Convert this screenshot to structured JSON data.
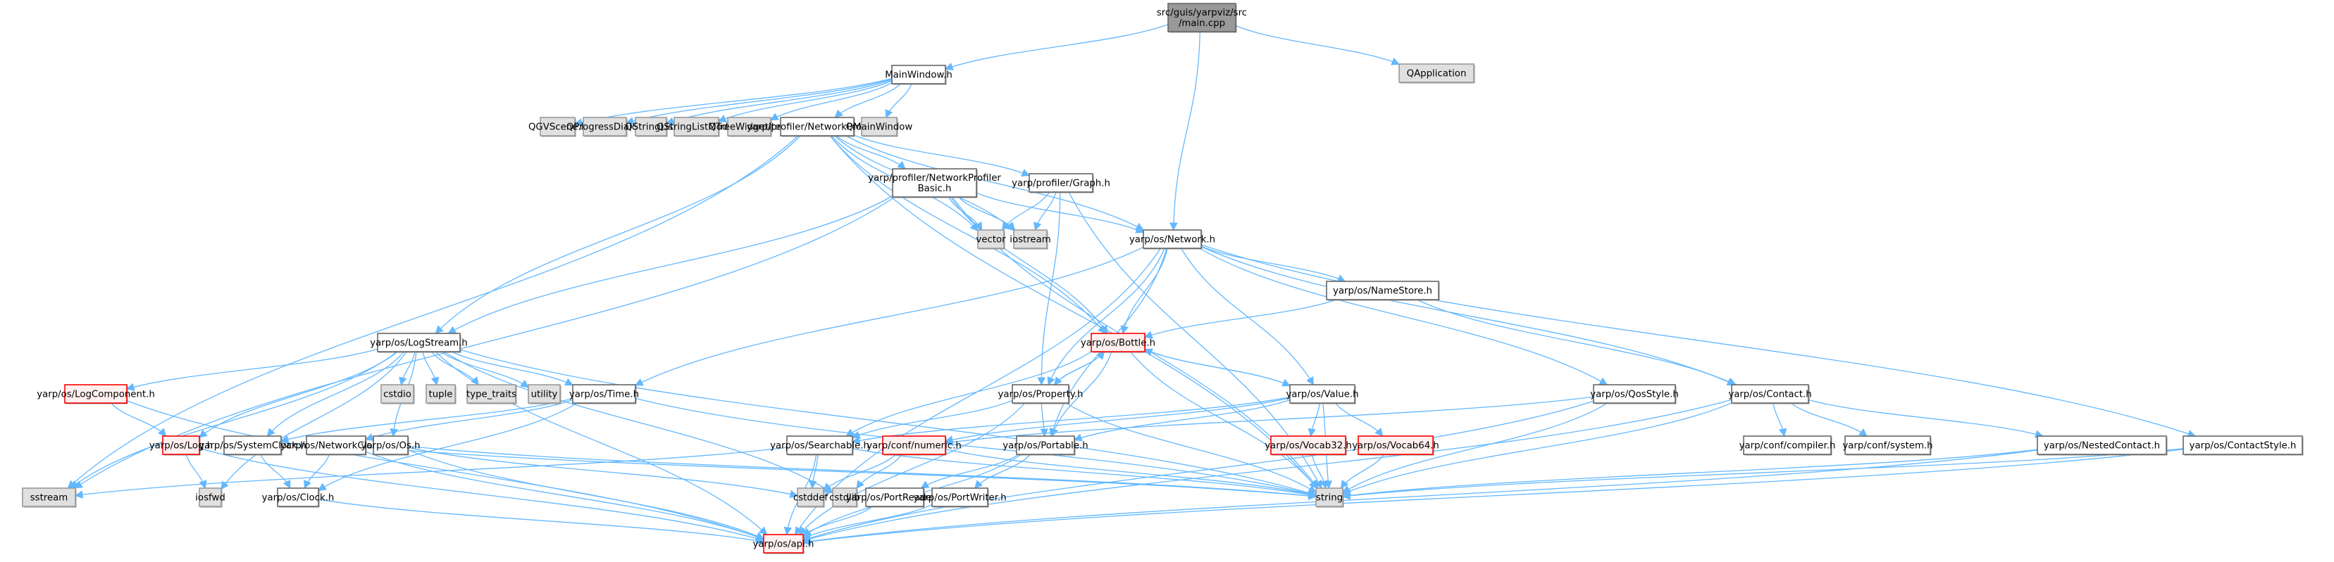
{
  "diagram": {
    "type": "include-dependency-graph",
    "title": "src/guis/yarpviz/src/main.cpp",
    "colors": {
      "edge": "#63b8ff",
      "root_fill": "#999999",
      "root_border": "#666666",
      "header_fill": "#ffffff",
      "header_border": "#666666",
      "system_fill": "#e0e0e0",
      "system_border": "#999999",
      "undocumented_fill": "#fff0f0",
      "undocumented_border": "#ff0000"
    },
    "nodes": [
      {
        "id": "main",
        "label": [
          "src/guis/yarpviz/src",
          "/main.cpp"
        ],
        "kind": "root"
      },
      {
        "id": "MainWindow",
        "label": [
          "MainWindow.h"
        ],
        "kind": "header"
      },
      {
        "id": "QApplication",
        "label": [
          "QApplication"
        ],
        "kind": "system"
      },
      {
        "id": "QGVScene",
        "label": [
          "QGVScene.h"
        ],
        "kind": "system"
      },
      {
        "id": "QProgressDialog",
        "label": [
          "QProgressDialog"
        ],
        "kind": "system"
      },
      {
        "id": "QStringList",
        "label": [
          "QStringList"
        ],
        "kind": "system"
      },
      {
        "id": "QStringListModel",
        "label": [
          "QStringListModel"
        ],
        "kind": "system"
      },
      {
        "id": "QTreeWidgetItem",
        "label": [
          "QTreeWidgetItem"
        ],
        "kind": "system"
      },
      {
        "id": "NetworkProfiler",
        "label": [
          "yarp/profiler/NetworkProfiler.h"
        ],
        "kind": "header"
      },
      {
        "id": "QMainWindow",
        "label": [
          "QMainWindow"
        ],
        "kind": "system"
      },
      {
        "id": "NetworkProfilerBasic",
        "label": [
          "yarp/profiler/NetworkProfiler",
          "Basic.h"
        ],
        "kind": "header"
      },
      {
        "id": "Graph",
        "label": [
          "yarp/profiler/Graph.h"
        ],
        "kind": "header"
      },
      {
        "id": "vector",
        "label": [
          "vector"
        ],
        "kind": "system"
      },
      {
        "id": "iostream",
        "label": [
          "iostream"
        ],
        "kind": "system"
      },
      {
        "id": "Network",
        "label": [
          "yarp/os/Network.h"
        ],
        "kind": "header"
      },
      {
        "id": "NameStore",
        "label": [
          "yarp/os/NameStore.h"
        ],
        "kind": "header"
      },
      {
        "id": "LogStream",
        "label": [
          "yarp/os/LogStream.h"
        ],
        "kind": "header"
      },
      {
        "id": "Bottle",
        "label": [
          "yarp/os/Bottle.h"
        ],
        "kind": "undocumented"
      },
      {
        "id": "LogComponent",
        "label": [
          "yarp/os/LogComponent.h"
        ],
        "kind": "undocumented"
      },
      {
        "id": "cstdio",
        "label": [
          "cstdio"
        ],
        "kind": "system"
      },
      {
        "id": "tuple",
        "label": [
          "tuple"
        ],
        "kind": "system"
      },
      {
        "id": "type_traits",
        "label": [
          "type_traits"
        ],
        "kind": "system"
      },
      {
        "id": "utility",
        "label": [
          "utility"
        ],
        "kind": "system"
      },
      {
        "id": "Time",
        "label": [
          "yarp/os/Time.h"
        ],
        "kind": "header"
      },
      {
        "id": "Property",
        "label": [
          "yarp/os/Property.h"
        ],
        "kind": "header"
      },
      {
        "id": "Value",
        "label": [
          "yarp/os/Value.h"
        ],
        "kind": "header"
      },
      {
        "id": "QosStyle",
        "label": [
          "yarp/os/QosStyle.h"
        ],
        "kind": "header"
      },
      {
        "id": "Contact",
        "label": [
          "yarp/os/Contact.h"
        ],
        "kind": "header"
      },
      {
        "id": "Log",
        "label": [
          "yarp/os/Log.h"
        ],
        "kind": "undocumented"
      },
      {
        "id": "SystemClock",
        "label": [
          "yarp/os/SystemClock.h"
        ],
        "kind": "header"
      },
      {
        "id": "NetworkClock",
        "label": [
          "yarp/os/NetworkClock.h"
        ],
        "kind": "header"
      },
      {
        "id": "Os",
        "label": [
          "yarp/os/Os.h"
        ],
        "kind": "header"
      },
      {
        "id": "Searchable",
        "label": [
          "yarp/os/Searchable.h"
        ],
        "kind": "header"
      },
      {
        "id": "numeric",
        "label": [
          "yarp/conf/numeric.h"
        ],
        "kind": "undocumented"
      },
      {
        "id": "Portable",
        "label": [
          "yarp/os/Portable.h"
        ],
        "kind": "header"
      },
      {
        "id": "Vocab32",
        "label": [
          "yarp/os/Vocab32.h"
        ],
        "kind": "undocumented"
      },
      {
        "id": "Vocab64",
        "label": [
          "yarp/os/Vocab64.h"
        ],
        "kind": "undocumented"
      },
      {
        "id": "compiler",
        "label": [
          "yarp/conf/compiler.h"
        ],
        "kind": "header"
      },
      {
        "id": "system",
        "label": [
          "yarp/conf/system.h"
        ],
        "kind": "header"
      },
      {
        "id": "NestedContact",
        "label": [
          "yarp/os/NestedContact.h"
        ],
        "kind": "header"
      },
      {
        "id": "ContactStyle",
        "label": [
          "yarp/os/ContactStyle.h"
        ],
        "kind": "header"
      },
      {
        "id": "sstream",
        "label": [
          "sstream"
        ],
        "kind": "system"
      },
      {
        "id": "iosfwd",
        "label": [
          "iosfwd"
        ],
        "kind": "system"
      },
      {
        "id": "Clock",
        "label": [
          "yarp/os/Clock.h"
        ],
        "kind": "header"
      },
      {
        "id": "cstddef",
        "label": [
          "cstddef"
        ],
        "kind": "system"
      },
      {
        "id": "cstdlib",
        "label": [
          "cstdlib"
        ],
        "kind": "system"
      },
      {
        "id": "PortReader",
        "label": [
          "yarp/os/PortReader.h"
        ],
        "kind": "header"
      },
      {
        "id": "PortWriter",
        "label": [
          "yarp/os/PortWriter.h"
        ],
        "kind": "header"
      },
      {
        "id": "string",
        "label": [
          "string"
        ],
        "kind": "system"
      },
      {
        "id": "api",
        "label": [
          "yarp/os/api.h"
        ],
        "kind": "undocumented"
      }
    ],
    "edges": [
      [
        "main",
        "MainWindow"
      ],
      [
        "main",
        "QApplication"
      ],
      [
        "main",
        "Network"
      ],
      [
        "MainWindow",
        "QGVScene"
      ],
      [
        "MainWindow",
        "QProgressDialog"
      ],
      [
        "MainWindow",
        "QStringList"
      ],
      [
        "MainWindow",
        "QStringListModel"
      ],
      [
        "MainWindow",
        "QTreeWidgetItem"
      ],
      [
        "MainWindow",
        "NetworkProfiler"
      ],
      [
        "MainWindow",
        "QMainWindow"
      ],
      [
        "NetworkProfiler",
        "NetworkProfilerBasic"
      ],
      [
        "NetworkProfiler",
        "Graph"
      ],
      [
        "NetworkProfiler",
        "vector"
      ],
      [
        "NetworkProfiler",
        "iostream"
      ],
      [
        "NetworkProfiler",
        "Network"
      ],
      [
        "NetworkProfiler",
        "LogStream"
      ],
      [
        "NetworkProfiler",
        "Bottle"
      ],
      [
        "NetworkProfiler",
        "sstream"
      ],
      [
        "NetworkProfiler",
        "string"
      ],
      [
        "NetworkProfilerBasic",
        "vector"
      ],
      [
        "NetworkProfilerBasic",
        "iostream"
      ],
      [
        "NetworkProfilerBasic",
        "Network"
      ],
      [
        "NetworkProfilerBasic",
        "LogStream"
      ],
      [
        "NetworkProfilerBasic",
        "Bottle"
      ],
      [
        "NetworkProfilerBasic",
        "sstream"
      ],
      [
        "NetworkProfilerBasic",
        "string"
      ],
      [
        "Graph",
        "vector"
      ],
      [
        "Graph",
        "iostream"
      ],
      [
        "Graph",
        "Property"
      ],
      [
        "Graph",
        "string"
      ],
      [
        "Network",
        "NameStore"
      ],
      [
        "Network",
        "Bottle"
      ],
      [
        "Network",
        "Property"
      ],
      [
        "Network",
        "Value"
      ],
      [
        "Network",
        "QosStyle"
      ],
      [
        "Network",
        "Contact"
      ],
      [
        "Network",
        "ContactStyle"
      ],
      [
        "Network",
        "Portable"
      ],
      [
        "Network",
        "Time"
      ],
      [
        "Network",
        "api"
      ],
      [
        "NameStore",
        "Bottle"
      ],
      [
        "NameStore",
        "Contact"
      ],
      [
        "LogStream",
        "LogComponent"
      ],
      [
        "LogStream",
        "cstdio"
      ],
      [
        "LogStream",
        "tuple"
      ],
      [
        "LogStream",
        "type_traits"
      ],
      [
        "LogStream",
        "utility"
      ],
      [
        "LogStream",
        "Time"
      ],
      [
        "LogStream",
        "Log"
      ],
      [
        "LogStream",
        "SystemClock"
      ],
      [
        "LogStream",
        "Os"
      ],
      [
        "LogStream",
        "sstream"
      ],
      [
        "LogStream",
        "iosfwd"
      ],
      [
        "LogStream",
        "string"
      ],
      [
        "LogStream",
        "api"
      ],
      [
        "LogStream",
        "cstdlib"
      ],
      [
        "Bottle",
        "Property"
      ],
      [
        "Bottle",
        "Value"
      ],
      [
        "Bottle",
        "Searchable"
      ],
      [
        "Bottle",
        "Portable"
      ],
      [
        "Bottle",
        "string"
      ],
      [
        "Property",
        "Bottle"
      ],
      [
        "Property",
        "Searchable"
      ],
      [
        "Property",
        "Portable"
      ],
      [
        "Property",
        "string"
      ],
      [
        "Property",
        "api"
      ],
      [
        "Value",
        "Bottle"
      ],
      [
        "Value",
        "Searchable"
      ],
      [
        "Value",
        "numeric"
      ],
      [
        "Value",
        "Portable"
      ],
      [
        "Value",
        "Vocab32"
      ],
      [
        "Value",
        "Vocab64"
      ],
      [
        "Value",
        "string"
      ],
      [
        "QosStyle",
        "numeric"
      ],
      [
        "QosStyle",
        "string"
      ],
      [
        "QosStyle",
        "api"
      ],
      [
        "Contact",
        "compiler"
      ],
      [
        "Contact",
        "system"
      ],
      [
        "Contact",
        "NestedContact"
      ],
      [
        "Contact",
        "string"
      ],
      [
        "Contact",
        "api"
      ],
      [
        "LogComponent",
        "Log"
      ],
      [
        "LogComponent",
        "api"
      ],
      [
        "Log",
        "iosfwd"
      ],
      [
        "Log",
        "api"
      ],
      [
        "Time",
        "SystemClock"
      ],
      [
        "Time",
        "NetworkClock"
      ],
      [
        "Time",
        "Clock"
      ],
      [
        "Time",
        "string"
      ],
      [
        "SystemClock",
        "Clock"
      ],
      [
        "NetworkClock",
        "Clock"
      ],
      [
        "NetworkClock",
        "api"
      ],
      [
        "NetworkClock",
        "string"
      ],
      [
        "Os",
        "cstddef"
      ],
      [
        "Os",
        "api"
      ],
      [
        "Os",
        "string"
      ],
      [
        "Searchable",
        "cstddef"
      ],
      [
        "Searchable",
        "api"
      ],
      [
        "Searchable",
        "string"
      ],
      [
        "Searchable",
        "sstream"
      ],
      [
        "numeric",
        "cstddef"
      ],
      [
        "numeric",
        "cstdlib"
      ],
      [
        "numeric",
        "string"
      ],
      [
        "Portable",
        "PortReader"
      ],
      [
        "Portable",
        "PortWriter"
      ],
      [
        "Portable",
        "api"
      ],
      [
        "Vocab32",
        "string"
      ],
      [
        "Vocab64",
        "string"
      ],
      [
        "NestedContact",
        "string"
      ],
      [
        "NestedContact",
        "api"
      ],
      [
        "ContactStyle",
        "string"
      ],
      [
        "ContactStyle",
        "api"
      ],
      [
        "Clock",
        "api"
      ],
      [
        "PortReader",
        "api"
      ],
      [
        "PortWriter",
        "api"
      ]
    ]
  }
}
